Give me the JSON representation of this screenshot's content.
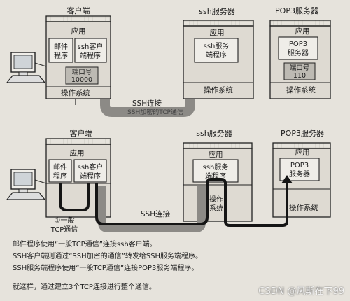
{
  "top": {
    "client_title": "客户端",
    "ssh_server_title": "ssh服务器",
    "pop3_server_title": "POP3服务器",
    "app_label": "应用",
    "mail_program": [
      "邮件",
      "程序"
    ],
    "ssh_client_program": [
      "ssh客户",
      "端程序"
    ],
    "port_label": "端口号",
    "port_value": "10000",
    "ssh_server_program": [
      "ssh服务",
      "端程序"
    ],
    "pop3_server_program": [
      "POP3",
      "服务器"
    ],
    "pop3_port_label": "端口号",
    "pop3_port_value": "110",
    "os_label": "操作系统",
    "ssh_connection": "SSH连接",
    "tunnel_text": "SSH加密的TCP通信"
  },
  "bottom": {
    "client_title": "客户端",
    "ssh_server_title": "ssh服务器",
    "pop3_server_title": "POP3服务器",
    "app_label": "应用",
    "mail_program": [
      "邮件",
      "程序"
    ],
    "ssh_client_program": [
      "ssh客户",
      "端程序"
    ],
    "ssh_server_program": [
      "ssh服务",
      "端程序"
    ],
    "pop3_server_program": [
      "POP3",
      "服务器"
    ],
    "os_label": "操作系统",
    "os_vertical": [
      "操作",
      "系统"
    ],
    "ssh_connection": "SSH连接",
    "callout": [
      "①一般",
      "TCP通信"
    ]
  },
  "captions": [
    "邮件程序使用“一般TCP通信”连接ssh客户端。",
    "SSH客户端则通过“SSH加密的通信”转发给SSH服务端程序。",
    "SSH服务端程序使用“一般TCP通信”连接POP3服务端程序。",
    "就这样，通过建立3个TCP连接进行整个通信。"
  ],
  "watermark": "CSDN @风斯在下99"
}
